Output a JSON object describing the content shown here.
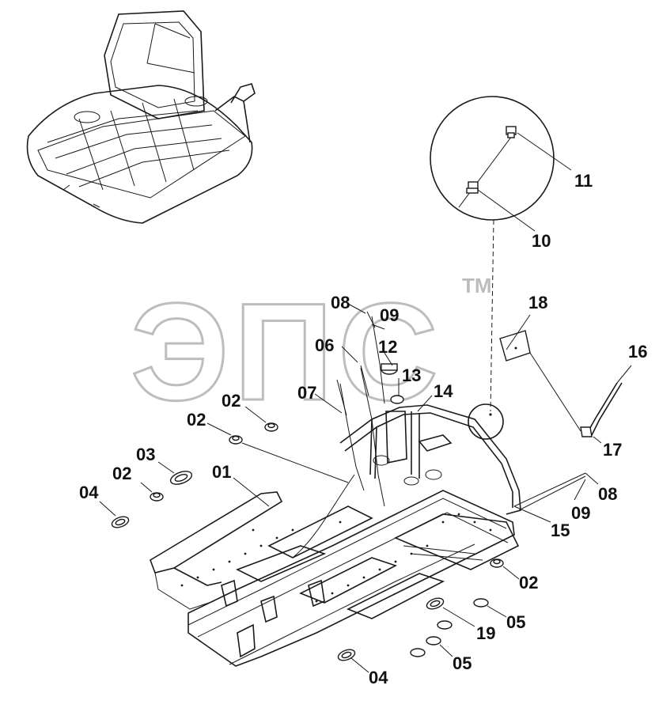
{
  "watermark": {
    "text": "ЭПС",
    "mark": "TM"
  },
  "callouts": [
    {
      "id": "c11",
      "text": "11"
    },
    {
      "id": "c10",
      "text": "10"
    },
    {
      "id": "c18",
      "text": "18"
    },
    {
      "id": "c16",
      "text": "16"
    },
    {
      "id": "c08a",
      "text": "08"
    },
    {
      "id": "c09a",
      "text": "09"
    },
    {
      "id": "c06",
      "text": "06"
    },
    {
      "id": "c12",
      "text": "12"
    },
    {
      "id": "c13",
      "text": "13"
    },
    {
      "id": "c07",
      "text": "07"
    },
    {
      "id": "c14",
      "text": "14"
    },
    {
      "id": "c02a",
      "text": "02"
    },
    {
      "id": "c02b",
      "text": "02"
    },
    {
      "id": "c03",
      "text": "03"
    },
    {
      "id": "c02c",
      "text": "02"
    },
    {
      "id": "c01",
      "text": "01"
    },
    {
      "id": "c04a",
      "text": "04"
    },
    {
      "id": "c17",
      "text": "17"
    },
    {
      "id": "c08b",
      "text": "08"
    },
    {
      "id": "c09b",
      "text": "09"
    },
    {
      "id": "c15",
      "text": "15"
    },
    {
      "id": "c02d",
      "text": "02"
    },
    {
      "id": "c05a",
      "text": "05"
    },
    {
      "id": "c19",
      "text": "19"
    },
    {
      "id": "c05b",
      "text": "05"
    },
    {
      "id": "c04b",
      "text": "04"
    }
  ]
}
